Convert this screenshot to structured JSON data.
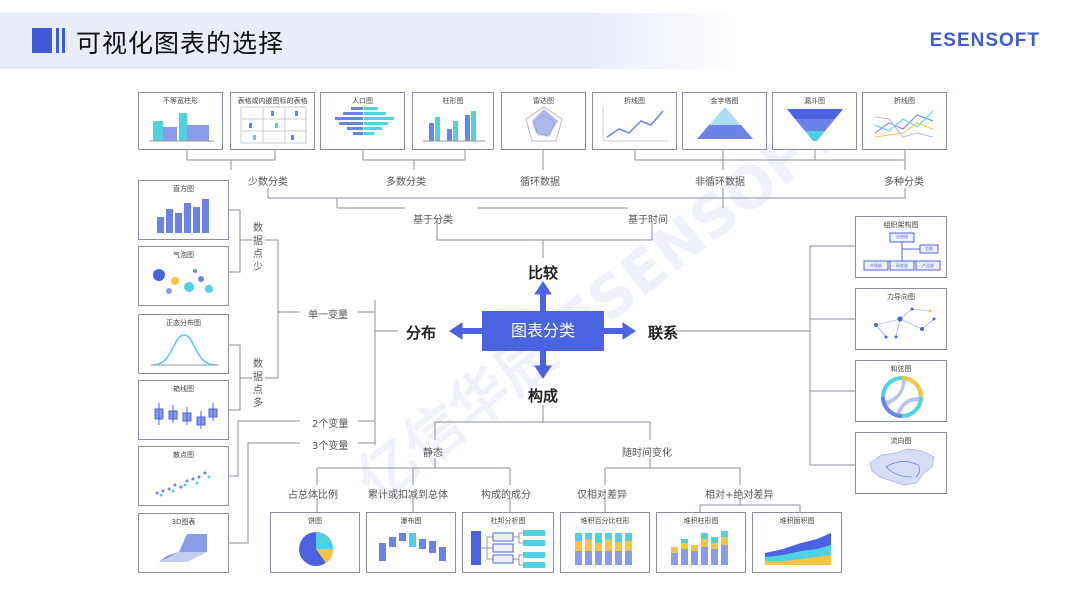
{
  "header": {
    "title": "可视化图表的选择",
    "brand": "ESENSOFT"
  },
  "center": "图表分类",
  "branches": {
    "compare": "比较",
    "distribution": "分布",
    "relation": "联系",
    "composition": "构成"
  },
  "compare": {
    "cards": [
      "不等宽柱形",
      "表格或内嵌图标的表格",
      "人口图",
      "柱形图",
      "雷达图",
      "折线图",
      "金字塔图",
      "漏斗图",
      "折线图"
    ],
    "groups": [
      "少数分类",
      "多数分类",
      "循环数据",
      "非循环数据",
      "多种分类"
    ],
    "bases": [
      "基于分类",
      "基于时间"
    ]
  },
  "distribution": {
    "cards": [
      "直方图",
      "气泡图",
      "正态分布图",
      "箱线图",
      "散点图",
      "3D图表"
    ],
    "few": "数据点少",
    "many": "数据点多",
    "vars": [
      "单一变量",
      "2个变量",
      "3个变量"
    ]
  },
  "relation": {
    "cards": [
      "组织架构图",
      "力导向图",
      "和弦图",
      "流向图"
    ],
    "org_nodes": [
      "总经理",
      "总助",
      "市场部",
      "研发部",
      "产品部"
    ]
  },
  "composition": {
    "static": "静态",
    "time": "随时间变化",
    "groups": [
      "占总体比例",
      "累计或扣减到总体",
      "构成的成分",
      "仅相对差异",
      "相对+绝对差异"
    ],
    "cards": [
      "饼图",
      "瀑布图",
      "杜邦分析图",
      "堆积百分比柱形",
      "堆积柱形图",
      "堆积面积图"
    ]
  },
  "watermark": "亿信华辰 ESENSOFT",
  "colors": {
    "accent": "#3f5bd8",
    "center": "#4b63e0",
    "cyan": "#4fd1e0",
    "line": "#8a8fa0"
  }
}
